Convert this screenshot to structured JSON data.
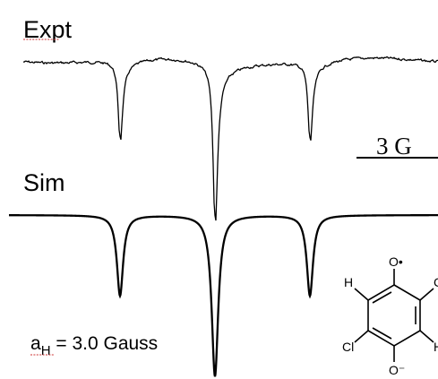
{
  "labels": {
    "experiment": "Expt",
    "simulation": "Sim",
    "scale_bar": "3 G",
    "coupling_symbol": "a",
    "coupling_subscript": "H",
    "coupling_value": " = 3.0 Gauss"
  },
  "molecule": {
    "top_substituent": "O•",
    "bottom_substituent": "O⁻",
    "left_top_atom": "H",
    "left_bottom_atom": "Cl",
    "right_top_atom": "Cl",
    "right_bottom_atom": "H"
  },
  "spectra": {
    "line_spacing_gauss": 3.0,
    "intensity_ratio": [
      1,
      2,
      1
    ],
    "color": "#000000"
  }
}
